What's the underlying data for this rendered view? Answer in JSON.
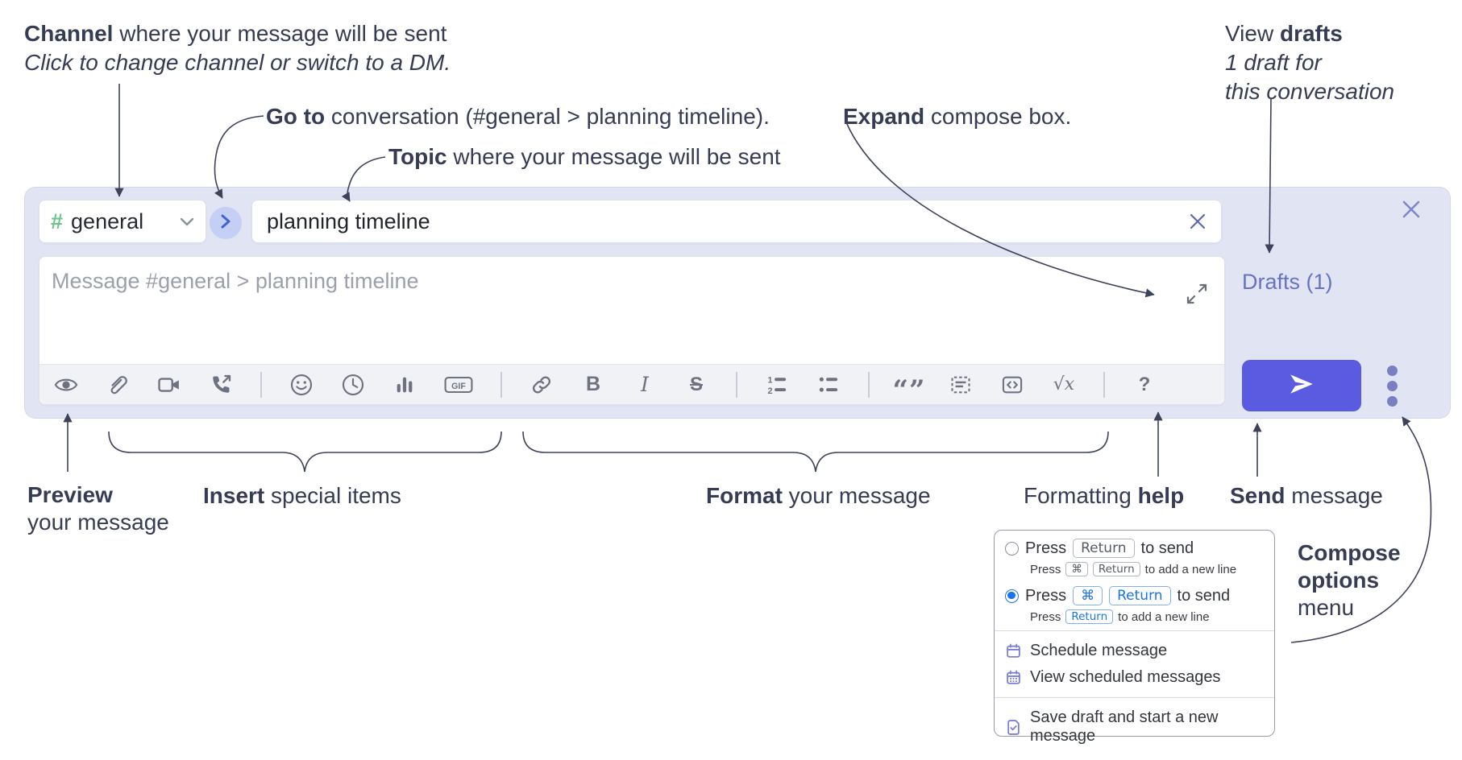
{
  "annotations": {
    "channel": {
      "bold": "Channel",
      "rest": " where your message will be sent",
      "sub": "Click to change channel or switch to a DM."
    },
    "goto": {
      "bold": "Go to",
      "rest": " conversation (#general > planning timeline)."
    },
    "topic": {
      "bold": "Topic",
      "rest": " where your message will be sent"
    },
    "expand": {
      "bold": "Expand",
      "rest": " compose box."
    },
    "drafts": {
      "pre": "View ",
      "bold": "drafts",
      "line2": "1 draft for",
      "line3": "this conversation"
    },
    "preview": {
      "bold": "Preview",
      "line2": "your message"
    },
    "insert": {
      "bold": "Insert",
      "rest": " special items"
    },
    "format": {
      "bold": "Format",
      "rest": " your message"
    },
    "help": {
      "pre": "Formatting ",
      "bold": "help"
    },
    "send": {
      "bold": "Send",
      "rest": " message"
    },
    "compose_options": {
      "line1": "Compose",
      "line2": "options",
      "line3": "menu"
    }
  },
  "compose": {
    "channel_hash": "#",
    "channel_name": "general",
    "topic_value": "planning timeline",
    "message_placeholder": "Message #general > planning timeline",
    "drafts_label": "Drafts (1)",
    "glyphs": {
      "gif": "GIF",
      "bold": "B",
      "italic": "I",
      "strike": "S",
      "quote": "“”",
      "math": "√x",
      "help": "?"
    }
  },
  "menu": {
    "option1": {
      "pre": "Press",
      "key": "Return",
      "post": "to send",
      "sub_pre": "Press",
      "sub_key1": "⌘",
      "sub_key2": "Return",
      "sub_post": "to add a new line"
    },
    "option2": {
      "pre": "Press",
      "key1": "⌘",
      "key2": "Return",
      "post": "to send",
      "sub_pre": "Press",
      "sub_key": "Return",
      "sub_post": "to add a new line"
    },
    "items": [
      "Schedule message",
      "View scheduled messages",
      "Save draft and start a new message"
    ]
  },
  "colors": {
    "compose_bg": "#e1e4f3",
    "accent": "#5a5be0",
    "drafts_link": "#6673c5",
    "hash_green": "#6ec58c",
    "icon_gray": "#6e7280",
    "kbd_blue": "#1a73e8",
    "annotation_text": "#363c54"
  }
}
